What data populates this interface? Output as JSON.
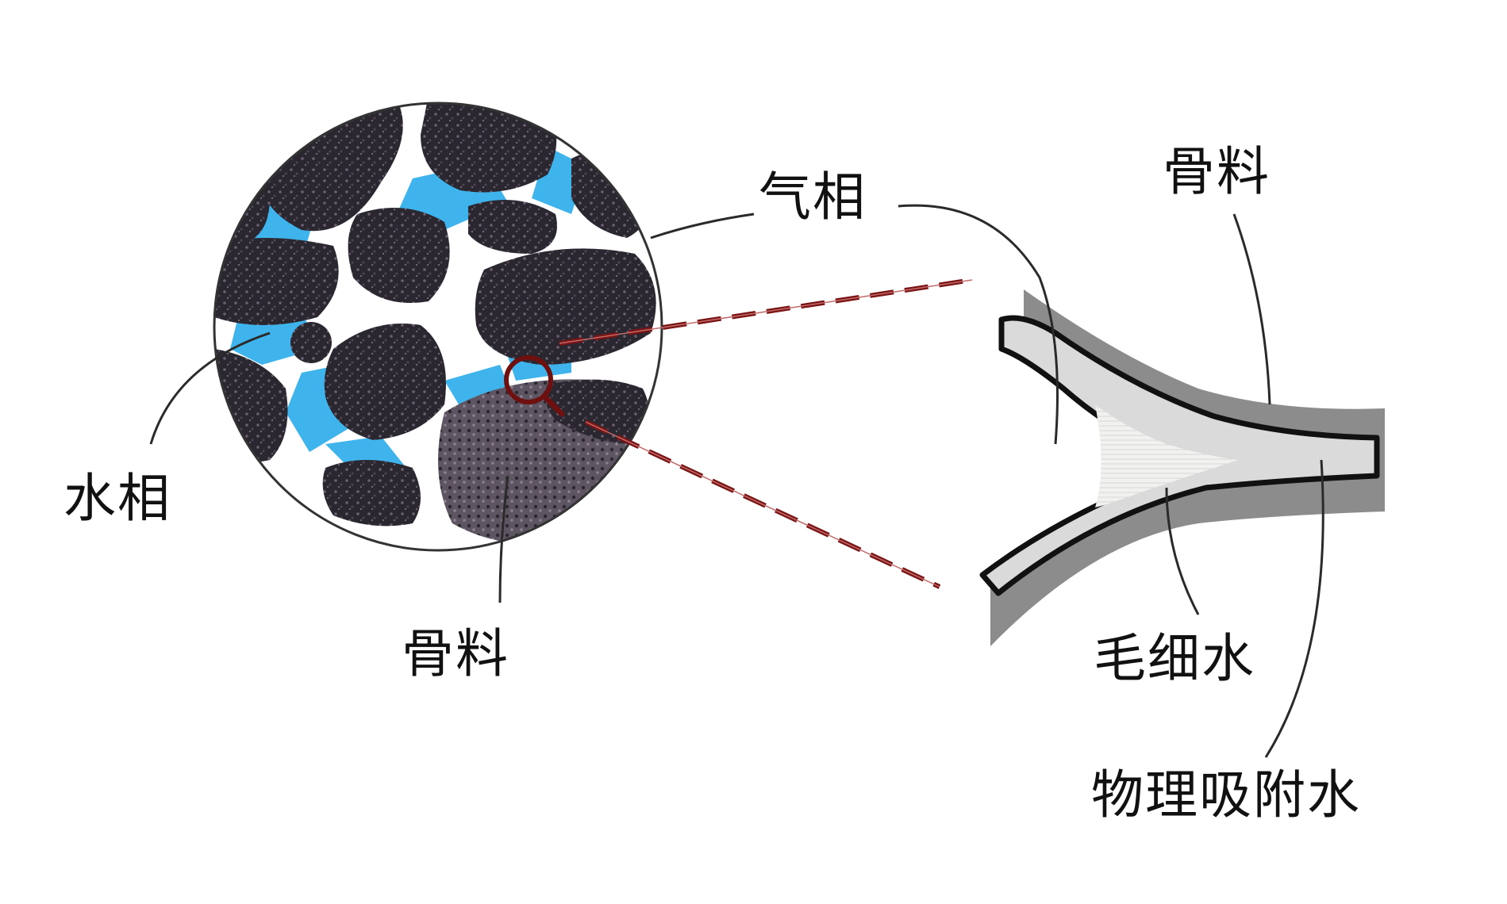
{
  "labels": {
    "gas_phase": "气相",
    "water_phase": "水相",
    "aggregate_left": "骨料",
    "aggregate_right": "骨料",
    "capillary_water": "毛细水",
    "adsorbed_water": "物理吸附水"
  },
  "colors": {
    "aggregate": "#2b2730",
    "aggregate_light": "#5e5563",
    "water": "#3fb4ec",
    "leader_line": "#2a2a2a",
    "zoom_line": "#7a1414",
    "adsorbed_layer": "#dadada",
    "outer_band": "#8c8c8c",
    "capillary": "#f1f1ef"
  }
}
